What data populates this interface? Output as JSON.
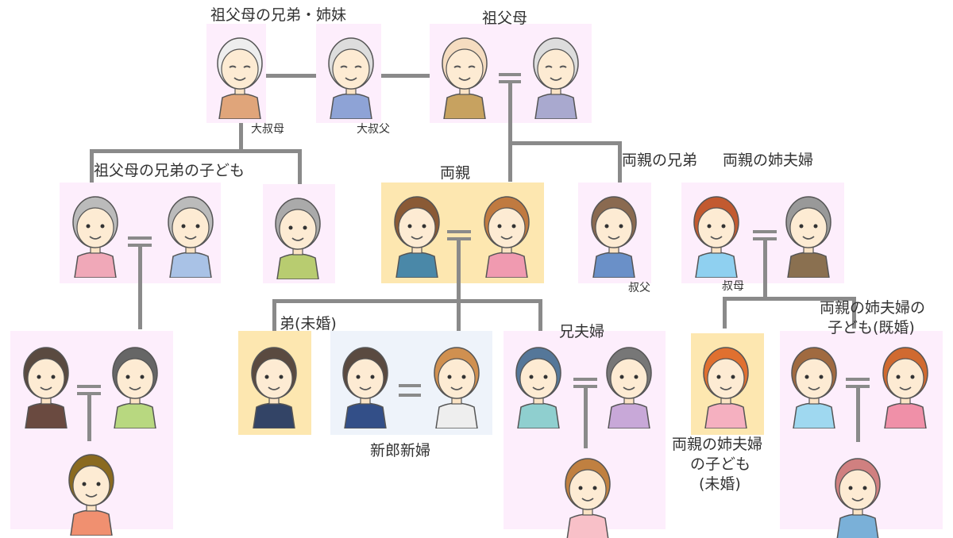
{
  "labels": {
    "grandparent_siblings": "祖父母の兄弟・姉妹",
    "grandparents": "祖父母",
    "great_aunt": "大叔母",
    "great_uncle": "大叔父",
    "grandparent_sibling_children": "祖父母の兄弟の子ども",
    "parents": "両親",
    "parent_brother": "両親の兄弟",
    "parent_sister_couple": "両親の姉夫婦",
    "uncle": "叔父",
    "aunt": "叔母",
    "younger_brother": "弟(未婚)",
    "bride_groom": "新郎新婦",
    "elder_brother_couple": "兄夫婦",
    "cousin_married_1": "両親の姉夫婦の",
    "cousin_married_2": "子ども(既婚)",
    "cousin_unmarried_1": "両親の姉夫婦",
    "cousin_unmarried_2": "の子ども",
    "cousin_unmarried_3": "(未婚)"
  },
  "colors": {
    "line": "#8a8a8a",
    "pink_box": "#fdeefc",
    "yellow_box": "#fde7b0",
    "blue_box": "#eef3fa"
  }
}
